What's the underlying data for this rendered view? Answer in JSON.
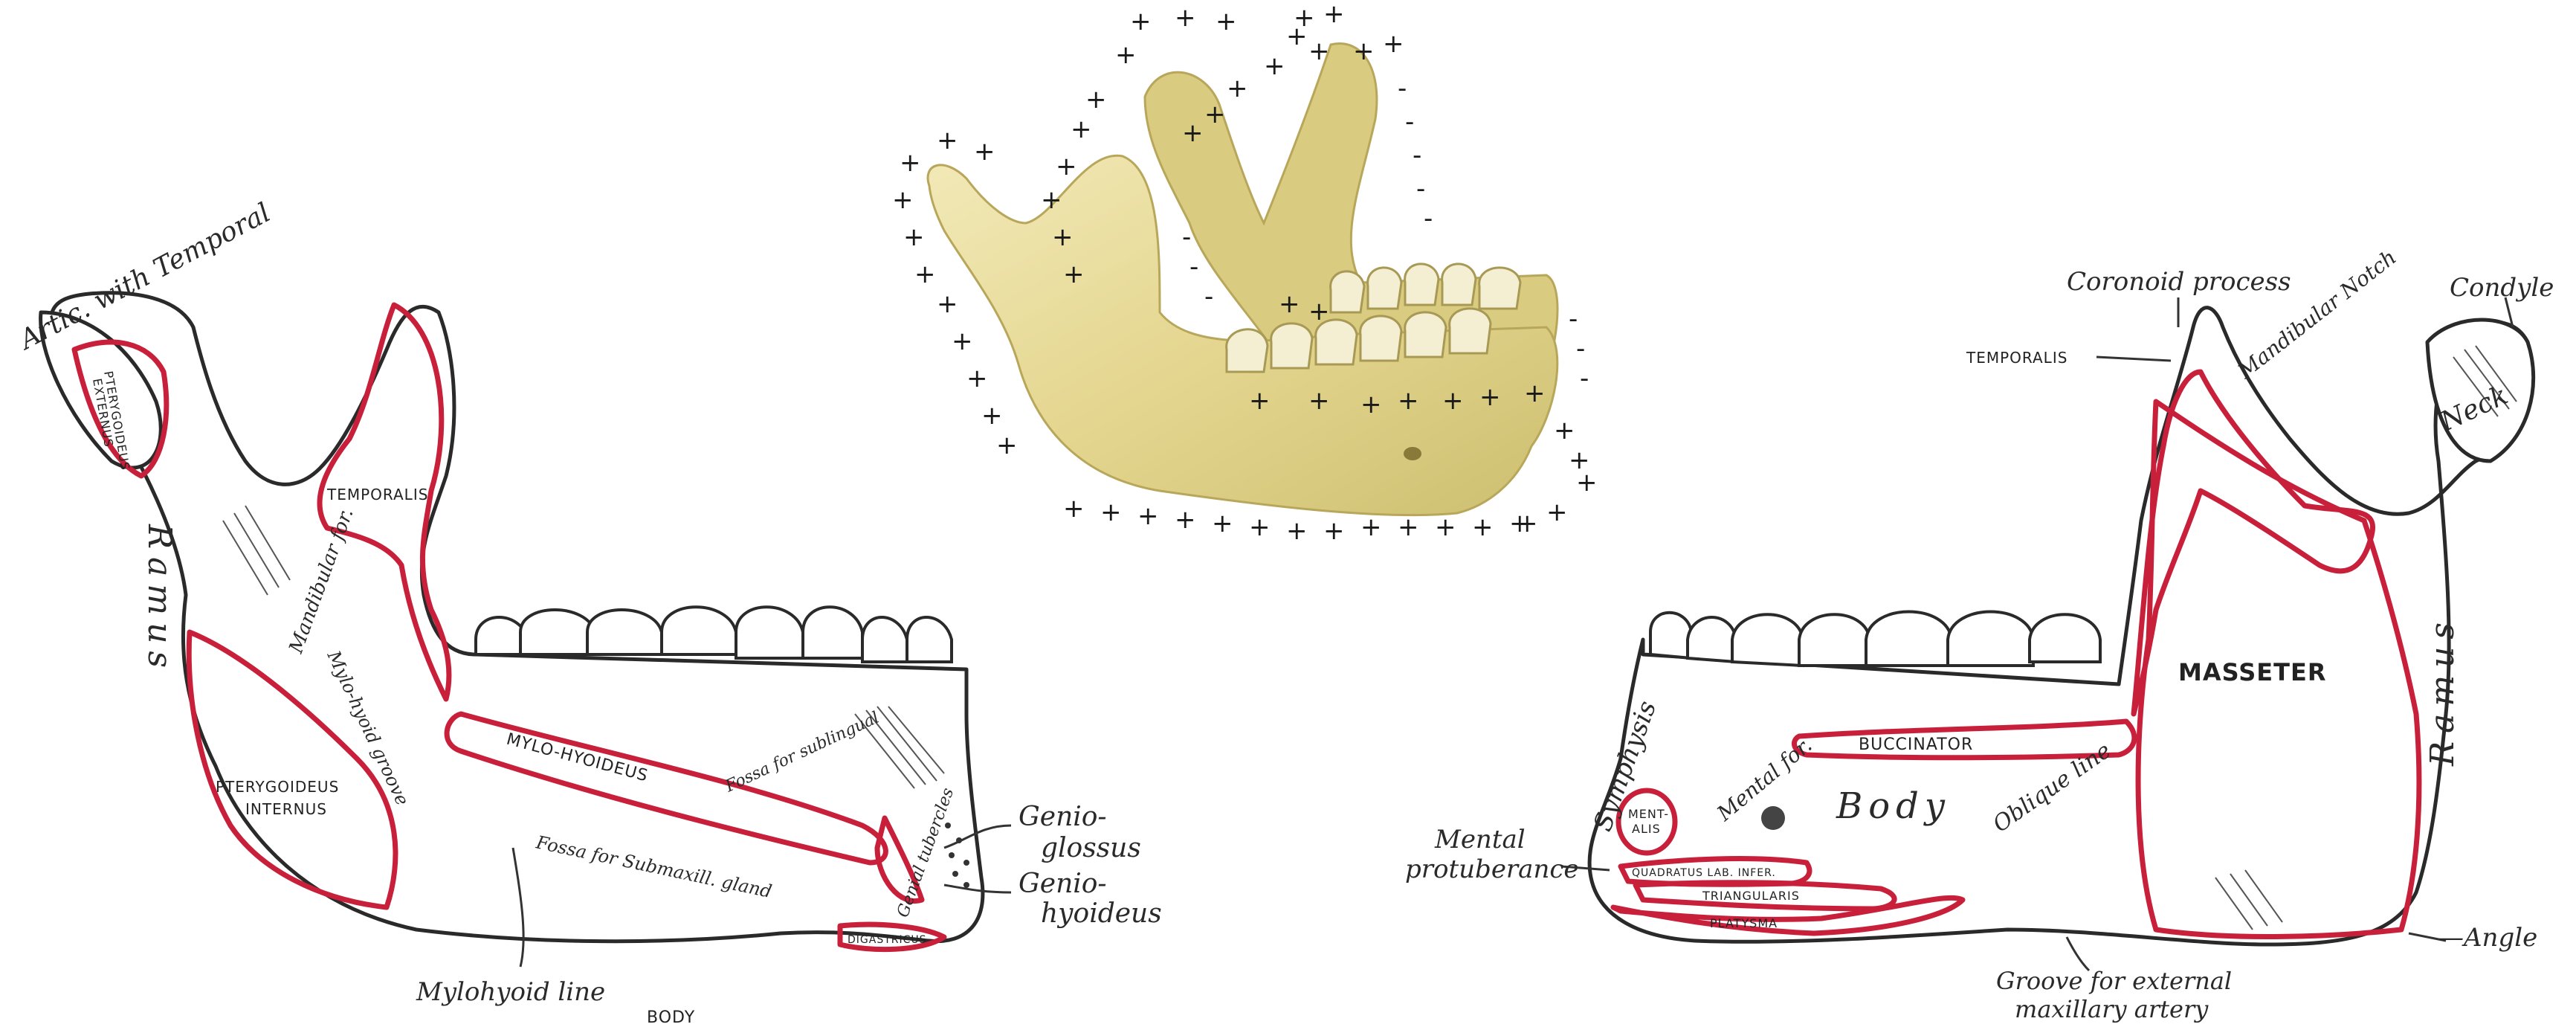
{
  "colors": {
    "muscle_outline": "#c8203a",
    "bone_outline": "#2a2a2a",
    "photo_bone": "#e8dc9a"
  },
  "left_figure": {
    "labels": {
      "artic_temporal": "Artic. with Temporal",
      "pterygoideus_externus_1": "PTERYGOIDEUS",
      "pterygoideus_externus_2": "EXTERNUS",
      "ramus": "Ramus",
      "temporalis": "TEMPORALIS",
      "mandibular_for": "Mandibular for.",
      "mylohyoid_groove": "Mylo-hyoid groove",
      "pterygoideus_internus_1": "PTERYGOIDEUS",
      "pterygoideus_internus_2": "INTERNUS",
      "mylohyoideus": "MYLO-HYOIDEUS",
      "fossa_sublingual": "Fossa for sublingual",
      "fossa_submaxill": "Fossa for Submaxill. gland",
      "genial_tubercles": "Genial tubercles",
      "genioglossus_1": "Genio-",
      "genioglossus_2": "glossus",
      "geniohyoideus_1": "Genio-",
      "geniohyoideus_2": "hyoideus",
      "digastricus": "DIGASTRICUS",
      "mylohyoid_line": "Mylohyoid line",
      "body": "BODY"
    }
  },
  "center_figure": {
    "marks": {
      "plus": "+",
      "minus": "-"
    }
  },
  "right_figure": {
    "labels": {
      "coronoid_process": "Coronoid process",
      "condyle": "Condyle",
      "temporalis": "TEMPORALIS",
      "mandibular_notch": "Mandibular Notch",
      "neck": "Neck",
      "masseter": "MASSETER",
      "ramus": "Ramus",
      "symphysis": "Symphysis",
      "buccinator": "BUCCINATOR",
      "mentalis_1": "MENT-",
      "mentalis_2": "ALIS",
      "mental_for": "Mental for.",
      "body": "Body",
      "oblique_line": "Oblique line",
      "mental_protuberance_1": "Mental",
      "mental_protuberance_2": "protuberance",
      "quadratus": "QUADRATUS LAB. INFER.",
      "triangularis": "TRIANGULARIS",
      "platysma": "PLATYSMA",
      "angle": "Angle",
      "groove_1": "Groove for external",
      "groove_2": "maxillary artery"
    }
  }
}
